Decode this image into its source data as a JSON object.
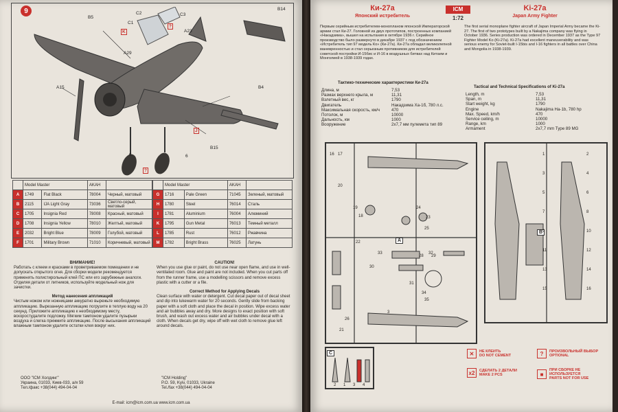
{
  "left": {
    "step": "9",
    "part_labels": [
      "B5",
      "C1",
      "C2",
      "C3",
      "B14",
      "K",
      "A29",
      "?",
      "A23",
      "A15",
      "B4",
      "J",
      "B15",
      "6",
      "6",
      "?"
    ],
    "paint_table": {
      "headers": [
        "Model Master",
        "",
        "AKAH"
      ],
      "left_rows": [
        {
          "code": "A",
          "mm": "1749",
          "name": "Flat Black",
          "akah": "78004",
          "ru": "Черный, матовый"
        },
        {
          "code": "B",
          "mm": "2115",
          "name": "IJA Light Gray",
          "akah": "73036",
          "ru": "Светло-серый, матовый"
        },
        {
          "code": "C",
          "mm": "1705",
          "name": "Insignia Red",
          "akah": "78008",
          "ru": "Красный, матовый"
        },
        {
          "code": "D",
          "mm": "1708",
          "name": "Insignia Yellow",
          "akah": "78010",
          "ru": "Желтый, матовый"
        },
        {
          "code": "E",
          "mm": "2032",
          "name": "Bright Blue",
          "akah": "78009",
          "ru": "Голубой, матовый"
        },
        {
          "code": "F",
          "mm": "1701",
          "name": "Military Brown",
          "akah": "71010",
          "ru": "Коричневый, матовый"
        }
      ],
      "right_rows": [
        {
          "code": "G",
          "mm": "1716",
          "name": "Pale Green",
          "akah": "71045",
          "ru": "Зеленый, матовый"
        },
        {
          "code": "H",
          "mm": "1780",
          "name": "Steel",
          "akah": "76014",
          "ru": "Сталь"
        },
        {
          "code": "I",
          "mm": "1781",
          "name": "Aluminium",
          "akah": "76004",
          "ru": "Алюминий"
        },
        {
          "code": "K",
          "mm": "1795",
          "name": "Gun Metal",
          "akah": "76013",
          "ru": "Темный металл"
        },
        {
          "code": "L",
          "mm": "1785",
          "name": "Rust",
          "akah": "76012",
          "ru": "Ржавчина"
        },
        {
          "code": "M",
          "mm": "1782",
          "name": "Bright Brass",
          "akah": "76025",
          "ru": "Латунь"
        }
      ]
    },
    "ru_attention_title": "ВНИМАНИЕ!",
    "ru_attention_text": "Работать с клеем и красками в проветриваемом помещении и не допускать открытого огня. Для сборки модели рекомендуется применять полистирольный клей ПС или его зарубежные аналоги. Отделяя детали от литников, используйте модельный нож для зачистки.",
    "ru_decal_title": "Метод нанесения аппликаций",
    "ru_decal_text": "Чистым ножом или ножницами аккуратно вырежьте необходимую аппликацию. Вырезанную аппликацию погрузите в теплую воду на 20 секунд. Приложите аппликацию к необходимому месту, вскоростудалите подложку. Мягким тампоном удалите пузырьки воздуха и слегка прижмите аппликацию. После высыхания аппликаций влажным тампоном удалите остатки клея вокруг них.",
    "en_caution_title": "CAUTION!",
    "en_caution_text": "When you use glue or paint, do not use near open flame, and use in well-ventilated room. Glue and paint are not included. When you cut parts off from the runner frame, use a modelling scissors and remove excess plastic with a cutter or a file.",
    "en_decal_title": "Correct Method for Applying Decals",
    "en_decal_text": "Clean surface with water or detergent. Cut decal paper out of decal sheet and dip into lukewarm water for 20 seconds. Gently slide from backing paper with a soft cloth and place the decal in position. Wipe excess water and air bubbles away and dry. More designs to exact position with soft brush, and wash out excess water and air bubbles under decal with a cloth. When decals get dry, wipe off with wet cloth to remove glue left around decals.",
    "footer_ru": "ООО \"ICM Холдинг\"\nУкраина, 01033, Киев-033, а/я 59\nТел./факс +38(044) 494-04-04",
    "footer_en": "\"ICM Holding\"\nP.O. 59, Kyiv, 01033, Ukraine\nTel./fax +38(044) 494-04-04",
    "footer_email": "E-mail: icm@icm.com.ua   www.icm.com.ua"
  },
  "right": {
    "ru_title": "Ки-27а",
    "ru_subtitle": "Японский истребитель",
    "logo": "ICM",
    "scale": "1:72",
    "en_title": "Ki-27a",
    "en_subtitle": "Japan Army Fighter",
    "ru_intro": "Первым серийным истребителем-монопланом японской Императорской армии стал Ки-27. Головной из двух прототипов, построенных компанией «Накадзима», вышел на испытания в октябре 1936 г. Серийное производство было развернуто в декабре 1937 г. под обозначением «Истребитель тип 97 модель Ко» (Ки-27а). Ки-27а обладал великолепной маневренностью и стал серьезным противником для истребителей советской постройки И-15бис и И-16 в воздушных битвах над Китаем и Монголией в 1938-1939 годах.",
    "en_intro": "The first serial monoplane fighter aircraft of Japan Imperial Army became the Ki-27. The first of two prototypes built by a Nakajima company was flying in October 1936. Series production was ordered in December 1937 as the Type 97 Fighter Model Ko (Ki-27a). Ki-27a had excellent maneuverability and was serious enemy for Soviet-built I-15bis and I-16 fighters in all battles over China and Mongolia in 1938-1939.",
    "ru_specs_title": "Тактико-технические характеристики Ки-27а",
    "ru_specs": [
      [
        "Длина, м",
        "7,53"
      ],
      [
        "Размах верхнего крыла, м",
        "11,31"
      ],
      [
        "Взлетный вес, кг",
        "1790"
      ],
      [
        "Двигатель",
        "Накадзима Ха-1б, 780 л.с."
      ],
      [
        "Максимальная скорость, км/ч",
        "470"
      ],
      [
        "Потолок, м",
        "10000"
      ],
      [
        "Дальность, км",
        "1000"
      ],
      [
        "Вооружение",
        "2x7,7 мм пулемета тип 89"
      ]
    ],
    "en_specs_title": "Tactical and Technical Specifications of Ki-27a",
    "en_specs": [
      [
        "Length, m",
        "7,53"
      ],
      [
        "Span, m",
        "11,31"
      ],
      [
        "Start weight, kg",
        "1790"
      ],
      [
        "Engine",
        "Nakajima Ha-1b, 780 hp"
      ],
      [
        "Max. Speed, km/h",
        "470"
      ],
      [
        "Service ceiling, m",
        "10000"
      ],
      [
        "Range, km",
        "1000"
      ],
      [
        "Armament",
        "2x7,7 mm Type 89 MG"
      ]
    ],
    "sprue_a_label": "A",
    "sprue_b_label": "B",
    "sprue_c_label": "C",
    "sprue_a_numbers": [
      "16",
      "17",
      "20",
      "19",
      "18",
      "22",
      "24",
      "23",
      "25",
      "30",
      "29",
      "28",
      "33",
      "32",
      "31",
      "34",
      "35",
      "3",
      "26",
      "21"
    ],
    "sprue_b_numbers": [
      "1",
      "2",
      "3",
      "4",
      "5",
      "6",
      "7",
      "8",
      "9",
      "10",
      "11",
      "12",
      "13",
      "14",
      "15",
      "16"
    ],
    "sprue_c_numbers": [
      "2",
      "1",
      "3",
      "4"
    ],
    "legend": [
      {
        "icon": "✕",
        "ru": "НЕ КЛЕИТЬ",
        "en": "DO NOT CEMENT"
      },
      {
        "icon": "?",
        "ru": "ПРОИЗВОЛЬНЫЙ ВЫБОР",
        "en": "OPTIONAL"
      },
      {
        "icon": "x2",
        "ru": "СДЕЛАТЬ 2 ДЕТАЛИ",
        "en": "MAKE 2 PCS"
      },
      {
        "icon": "■",
        "ru": "ПРИ СБОРКЕ НЕ ИСПОЛЬЗУЕТСЯ",
        "en": "PARTS NOT FOR USE"
      }
    ]
  }
}
